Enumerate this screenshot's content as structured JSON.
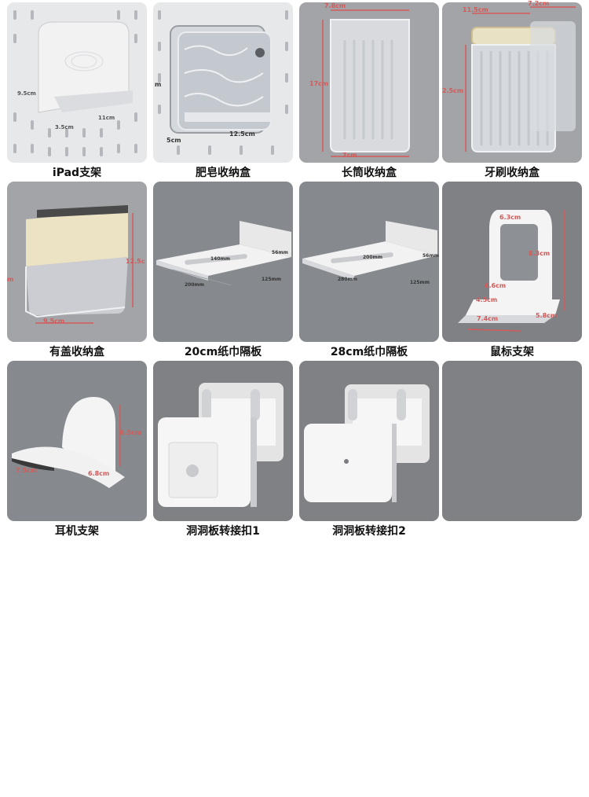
{
  "colors": {
    "pegboard": "#e6e8ea",
    "gray_bg": "#7f8184",
    "gray_bg_light": "#a2a4a7",
    "product_white": "#f4f4f4",
    "measure": "#d45a5a",
    "caption": "#111111"
  },
  "products": [
    {
      "label": "iPad支架",
      "dims": [
        "9.5cm",
        "3.5cm",
        "11cm"
      ]
    },
    {
      "label": "肥皂收纳盒",
      "dims": [
        "5cm",
        "12.5cm",
        "m"
      ]
    },
    {
      "label": "长筒收纳盒",
      "dims": [
        "7.8cm",
        "17cm",
        "7cm"
      ]
    },
    {
      "label": "牙刷收纳盒",
      "dims": [
        "11.5cm",
        "7.2cm",
        "2.5cm"
      ]
    },
    {
      "label": "有盖收纳盒",
      "dims": [
        "9.5cm",
        "12.5c",
        "m"
      ]
    },
    {
      "label": "20cm纸巾隔板",
      "dims": [
        "140mm",
        "56mm",
        "200mm",
        "125mm"
      ]
    },
    {
      "label": "28cm纸巾隔板",
      "dims": [
        "200mm",
        "56mm",
        "280mm",
        "125mm"
      ]
    },
    {
      "label": "鼠标支架",
      "dims": [
        "6.3cm",
        "8.3cm",
        "6.6cm",
        "4.5cm",
        "7.4cm",
        "5.8cm"
      ]
    },
    {
      "label": "耳机支架",
      "dims": [
        "6.5cm",
        "7.5cm",
        "6.8cm"
      ]
    },
    {
      "label": "洞洞板转接扣1",
      "dims": []
    },
    {
      "label": "洞洞板转接扣2",
      "dims": []
    },
    {
      "label": "",
      "dims": []
    }
  ]
}
